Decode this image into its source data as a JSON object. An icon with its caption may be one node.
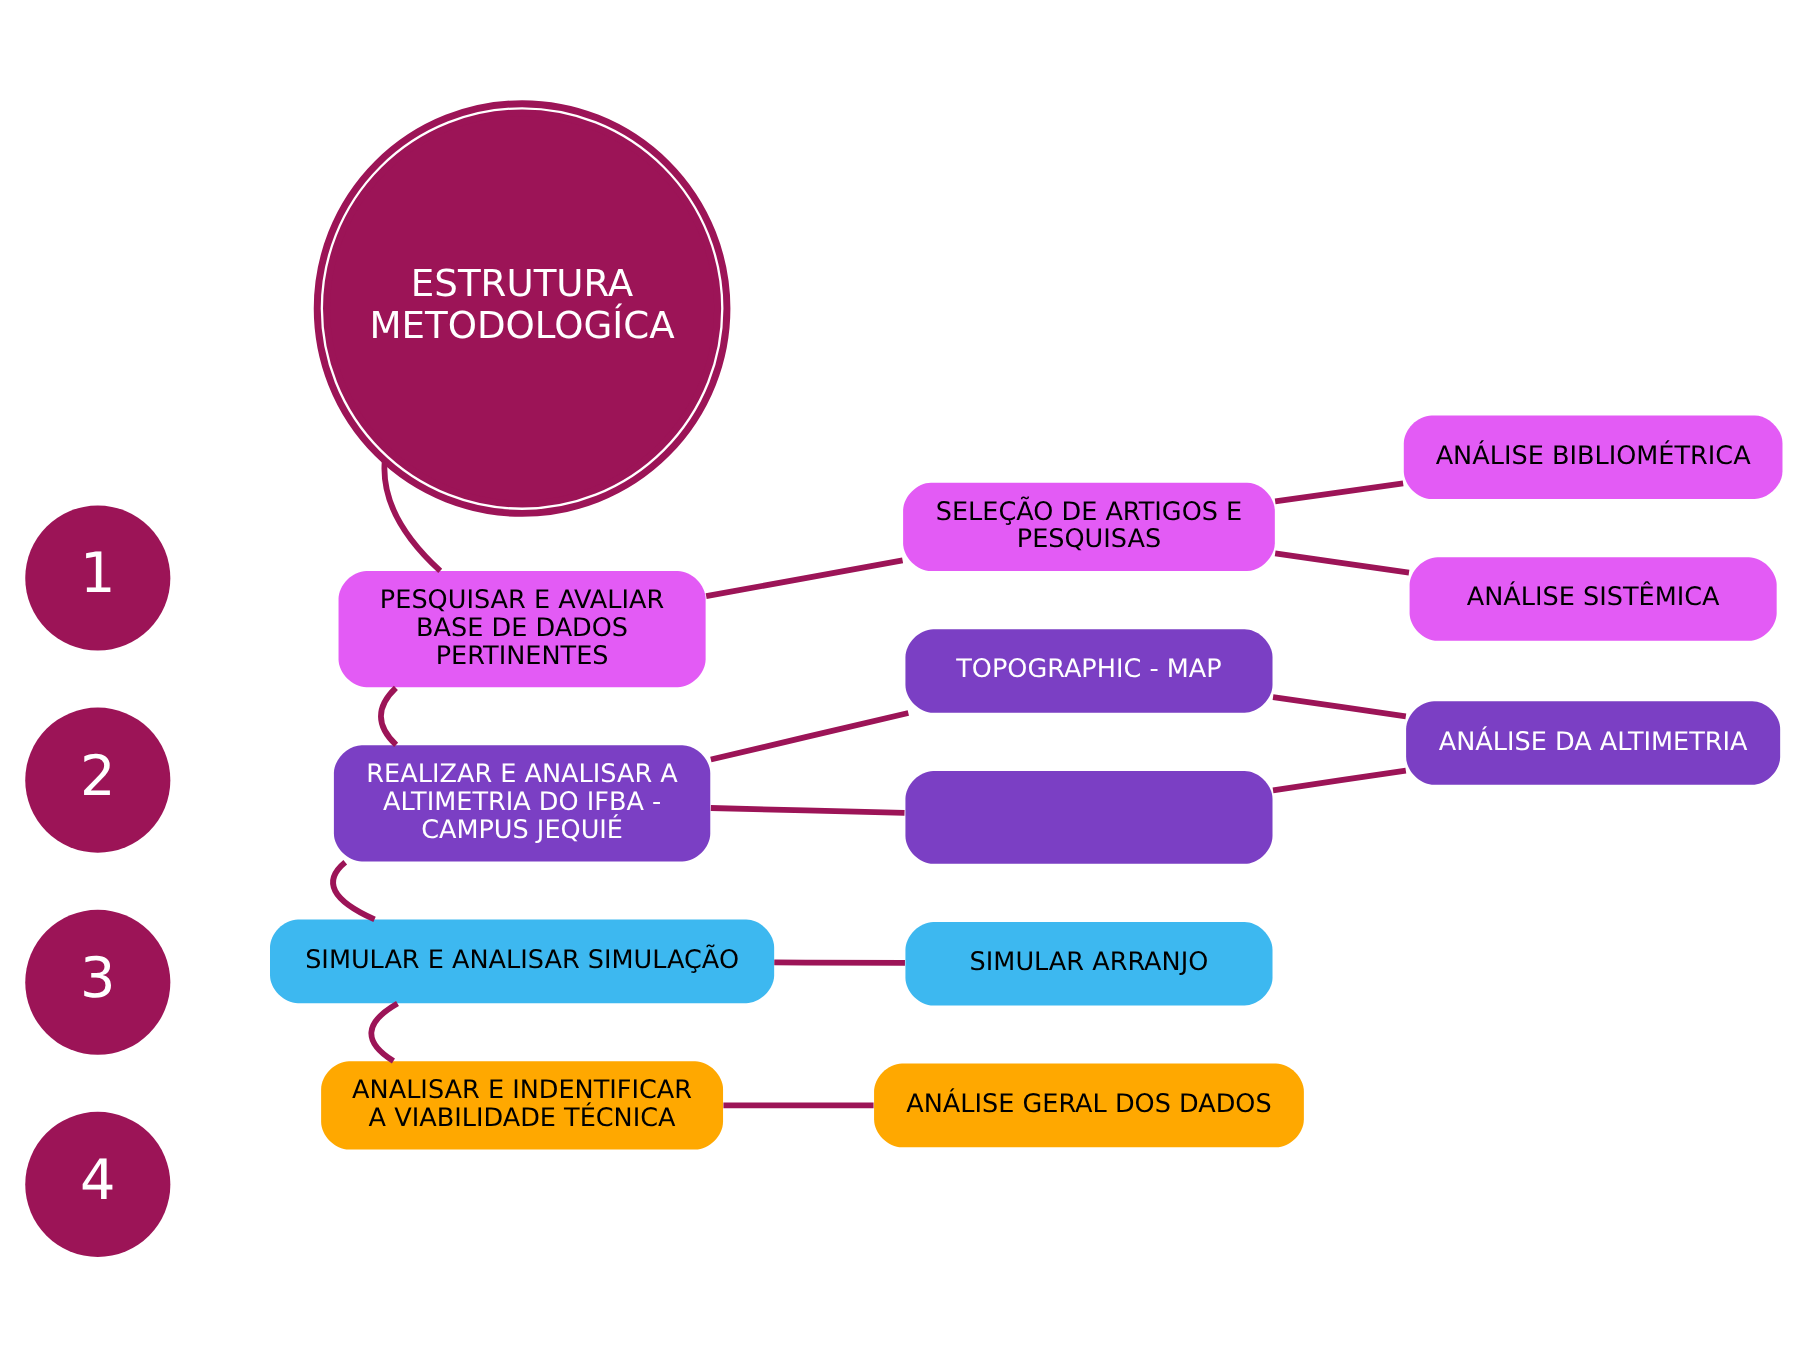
{
  "diagram": {
    "nodes": [
      {
        "text": [
          "ESTRUTURA METODOLOGÍCA"
        ]
      },
      {
        "text": [
          "1"
        ]
      },
      {
        "text": [
          "PESQUISAR E AVALIAR BASE DE DADOS PERTINENTES"
        ]
      },
      {
        "text": [
          "SELEÇÃO DE ARTIGOS E PESQUISAS"
        ]
      },
      {
        "text": [
          "ANÁLISE BIBLIOMÉTRICA"
        ]
      },
      {
        "text": [
          "ANÁLISE SISTÊMICA"
        ]
      },
      {
        "text": [
          "2"
        ]
      },
      {
        "text": [
          "REALIZAR E ANALISAR A ALTIMETRIA DO IFBA - CAMPUS JEQUIÉ"
        ]
      },
      {
        "text": [
          "TOPOGRAPHIC - MAP"
        ]
      },
      {
        "text": [],
        "shape": "box"
      },
      {
        "text": [
          "ANÁLISE DA ALTIMETRIA"
        ]
      },
      {
        "text": [
          "3"
        ]
      },
      {
        "text": [
          "SIMULAR E ANALISAR SIMULAÇÃO"
        ]
      },
      {
        "text": [
          "SIMULAR ARRANJO"
        ]
      },
      {
        "text": [
          "4"
        ]
      },
      {
        "text": [
          "ANALISAR E INDENTIFICAR A VIABILIDADE TÉCNICA"
        ]
      },
      {
        "text": [
          "ANÁLISE GERAL DOS DADOS"
        ]
      }
    ],
    "edges": [
      {
        "from": 0,
        "to": 2,
        "arrow": "none"
      },
      {
        "from": 2,
        "to": 7,
        "arrow": "none"
      },
      {
        "from": 7,
        "to": 12,
        "arrow": "none"
      },
      {
        "from": 12,
        "to": 15,
        "arrow": "none"
      },
      {
        "from": 2,
        "to": 3,
        "arrow": "none"
      },
      {
        "from": 3,
        "to": 4,
        "arrow": "none"
      },
      {
        "from": 3,
        "to": 5,
        "arrow": "none"
      },
      {
        "from": 7,
        "to": 8,
        "arrow": "none"
      },
      {
        "from": 7,
        "to": 9,
        "arrow": "none"
      },
      {
        "from": 8,
        "to": 10,
        "arrow": "none"
      },
      {
        "from": 9,
        "to": 10,
        "arrow": "none"
      },
      {
        "from": 12,
        "to": 13,
        "arrow": "none"
      },
      {
        "from": 15,
        "to": 16,
        "arrow": "none"
      }
    ]
  }
}
